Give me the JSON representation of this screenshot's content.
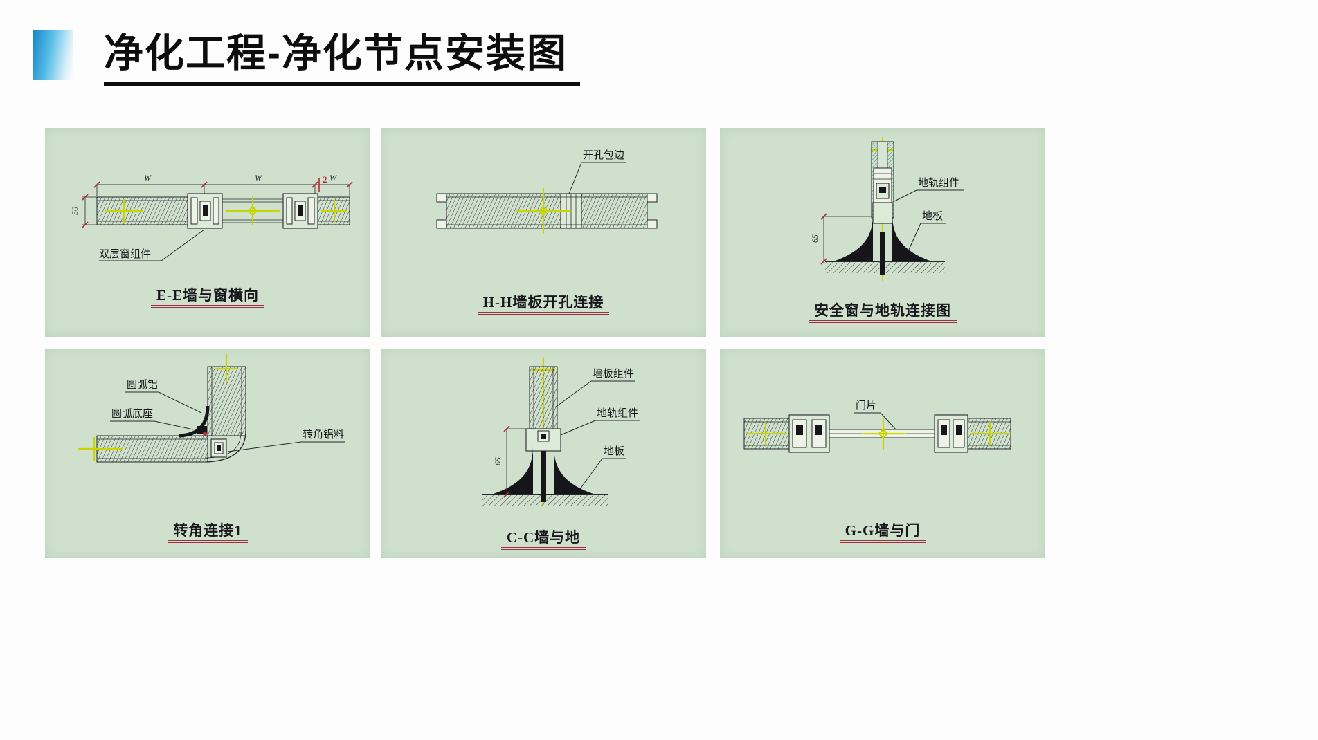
{
  "title": "净化工程-净化节点安装图",
  "panels": [
    {
      "caption": "E-E墙与窗横向",
      "labels": {
        "component": "双层窗组件"
      },
      "dims": {
        "span_left": "W",
        "span_mid": "W",
        "span_right": "W",
        "thickness": "50",
        "gap": "2"
      }
    },
    {
      "caption": "H-H墙板开孔连接",
      "labels": {
        "edge_banding": "开孔包边"
      }
    },
    {
      "caption": "安全窗与地轨连接图",
      "labels": {
        "rail": "地轨组件",
        "floor": "地板"
      },
      "dims": {
        "height": "65"
      }
    },
    {
      "caption": "转角连接1",
      "labels": {
        "arc_aluminum": "圆弧铝",
        "arc_base": "圆弧底座",
        "corner_profile": "转角铝料"
      }
    },
    {
      "caption": "C-C墙与地",
      "labels": {
        "wall_panel": "墙板组件",
        "rail": "地轨组件",
        "floor": "地板"
      },
      "dims": {
        "height": "65"
      }
    },
    {
      "caption": "G-G墙与门",
      "labels": {
        "door_leaf": "门片"
      }
    }
  ],
  "colors": {
    "panel_background": "#cfe1cd",
    "centerline_yellow": "#c9d400",
    "caption_underline": "#9c2f3f",
    "dimension_red": "#b5293a",
    "accent_blue": "#1e96d2"
  }
}
